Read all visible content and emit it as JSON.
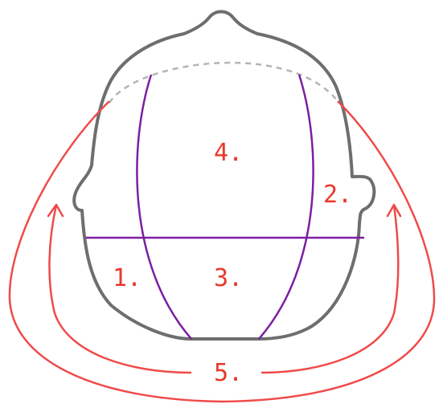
{
  "colors": {
    "head_outline": "#6e6e6e",
    "dashed_arc": "#b4b4b4",
    "section_lines": "#7b1fa2",
    "arrows": "#f04a4a",
    "labels": "#e8382d",
    "background": "#ffffff"
  },
  "labels": {
    "zone_1": "1.",
    "zone_2": "2.",
    "zone_3": "3.",
    "zone_4": "4.",
    "zone_5": "5."
  }
}
